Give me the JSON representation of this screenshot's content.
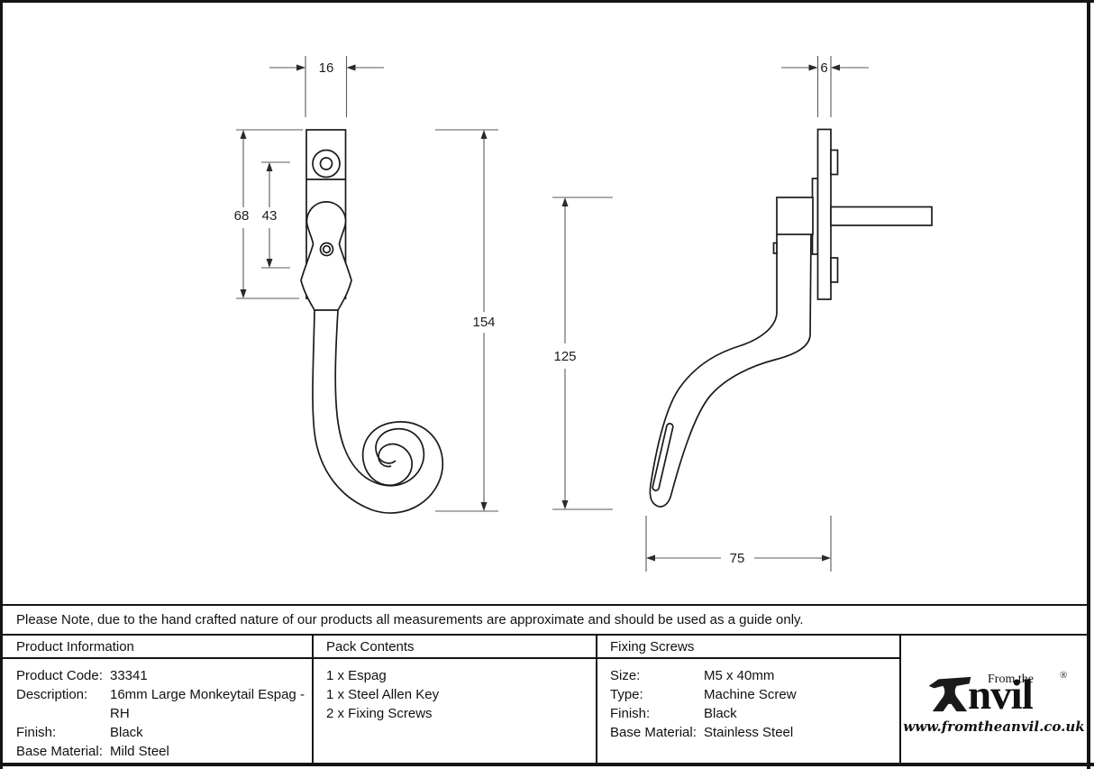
{
  "drawing": {
    "front_view": {
      "dims": {
        "width": "16",
        "backplate_height": "68",
        "hole_spacing": "43",
        "total_height": "154"
      }
    },
    "side_view": {
      "dims": {
        "plate_thickness": "6",
        "height": "125",
        "projection": "75"
      }
    }
  },
  "note": "Please Note, due to the hand crafted nature of our products all measurements are approximate and should be used as a guide only.",
  "table": {
    "product_information": {
      "header": "Product Information",
      "rows": [
        {
          "label": "Product Code:",
          "value": "33341"
        },
        {
          "label": "Description:",
          "value": "16mm Large Monkeytail Espag - RH"
        },
        {
          "label": "Finish:",
          "value": "Black"
        },
        {
          "label": "Base Material:",
          "value": "Mild Steel"
        }
      ]
    },
    "pack_contents": {
      "header": "Pack Contents",
      "items": [
        "1 x Espag",
        "1 x Steel Allen Key",
        "2 x Fixing Screws"
      ]
    },
    "fixing_screws": {
      "header": "Fixing Screws",
      "rows": [
        {
          "label": "Size:",
          "value": "M5 x 40mm"
        },
        {
          "label": "Type:",
          "value": "Machine Screw"
        },
        {
          "label": "Finish:",
          "value": "Black"
        },
        {
          "label": "Base Material:",
          "value": "Stainless Steel"
        }
      ]
    }
  },
  "logo": {
    "brand_prefix": "From the",
    "brand_suffix": "nvil",
    "registered_mark": "®",
    "website": "www.fromtheanvil.co.uk"
  },
  "colors": {
    "line": "#1a1a1a",
    "dimension_line": "#5a5a5a",
    "background": "#ffffff"
  }
}
